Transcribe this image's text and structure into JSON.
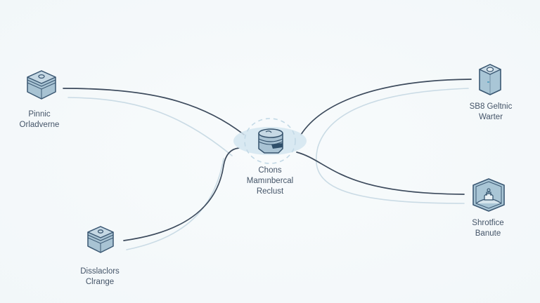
{
  "diagram": {
    "type": "hub-and-spoke network diagram",
    "colors": {
      "background": "#f5f9fb",
      "line_dark": "#3c4a5c",
      "line_light": "#c9dbe5",
      "icon_fill": "#a9c4d4",
      "icon_stroke": "#3b5873",
      "hub_glow": "#cfe2ee",
      "label_text": "#445468"
    },
    "hub": {
      "id": "center",
      "icon": "cylinder-database-icon",
      "label_lines": [
        "Chons",
        "Mamınbercal",
        "Reclust"
      ]
    },
    "nodes": [
      {
        "id": "top-left",
        "icon": "stacked-box-icon",
        "label_lines": [
          "Pinnic",
          "Orladverne"
        ]
      },
      {
        "id": "bottom-left",
        "icon": "stacked-box-icon",
        "label_lines": [
          "Disslaclors",
          "Clrange"
        ]
      },
      {
        "id": "top-right",
        "icon": "hexagon-canister-icon",
        "label_lines": [
          "SB8 Geltnic",
          "Warter"
        ]
      },
      {
        "id": "bottom-right",
        "icon": "hexagon-shield-icon",
        "label_lines": [
          "Shrotfice",
          "Banute"
        ]
      }
    ],
    "edges": [
      {
        "from": "top-left",
        "to": "center"
      },
      {
        "from": "bottom-left",
        "to": "center"
      },
      {
        "from": "center",
        "to": "top-right"
      },
      {
        "from": "center",
        "to": "bottom-right"
      }
    ]
  }
}
